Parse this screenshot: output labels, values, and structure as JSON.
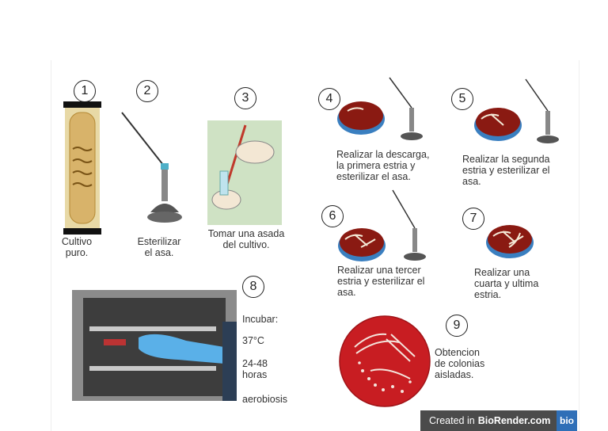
{
  "steps": [
    {
      "number": "1",
      "caption": "Cultivo\npuro."
    },
    {
      "number": "2",
      "caption": "Esterilizar\nel asa."
    },
    {
      "number": "3",
      "caption": "Tomar una asada\ndel cultivo."
    },
    {
      "number": "4",
      "caption": "Realizar la descarga,\nla primera estria y\nesterilizar el asa."
    },
    {
      "number": "5",
      "caption": "Realizar la segunda\nestria y esterilizar el\nasa."
    },
    {
      "number": "6",
      "caption": "Realizar una tercer\nestria y esterilizar el\nasa."
    },
    {
      "number": "7",
      "caption": "Realizar una\ncuarta y ultima\nestria."
    },
    {
      "number": "8",
      "incubation": [
        "Incubar:",
        "37°C",
        "24-48\nhoras",
        "aerobiosis"
      ]
    },
    {
      "number": "9",
      "caption": "Obtencion\nde colonias\naisladas."
    }
  ],
  "badge": {
    "prefix": "Created in",
    "brand": "BioRender.com",
    "logo": "bio"
  },
  "colors": {
    "agar": "#8a1a12",
    "plate_rim": "#3a7fc0",
    "agar_bright": "#c81d22",
    "glove": "#5ab0e8"
  }
}
